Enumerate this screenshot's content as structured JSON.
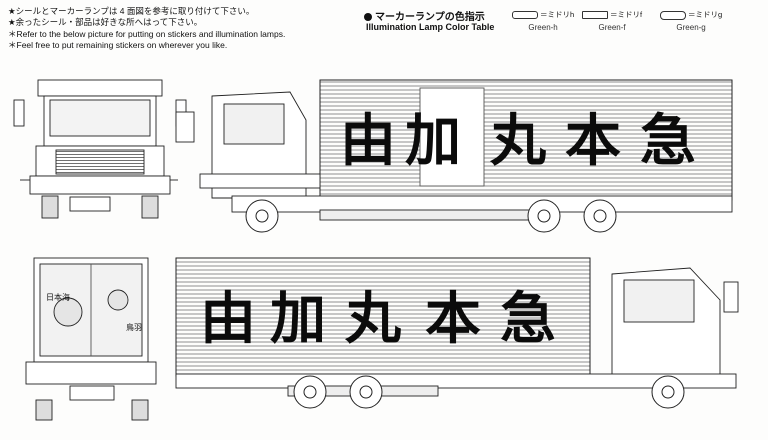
{
  "notes": {
    "line1": "★シールとマーカーランプは 4 面図を参考に取り付けて下さい。",
    "line2": "★余ったシール・部品は好きな所へはって下さい。",
    "line3": "＊Refer to the below picture for putting on stickers and illumination lamps.",
    "line4": "＊Feel free to put remaining stickers on wherever you like."
  },
  "legend": {
    "title_jp": "マーカーランプの色指示",
    "title_en": "Illumination Lamp Color Table",
    "items": [
      {
        "jp": "＝ミドリh",
        "en": "Green-h"
      },
      {
        "jp": "＝ミドリf",
        "en": "Green-f"
      },
      {
        "jp": "＝ミドリg",
        "en": "Green-g"
      }
    ]
  },
  "truck": {
    "side_lettering": [
      "由",
      "加",
      "丸",
      "本",
      "急"
    ],
    "rear_panel_text": [
      "日本海",
      "鳥羽"
    ]
  }
}
